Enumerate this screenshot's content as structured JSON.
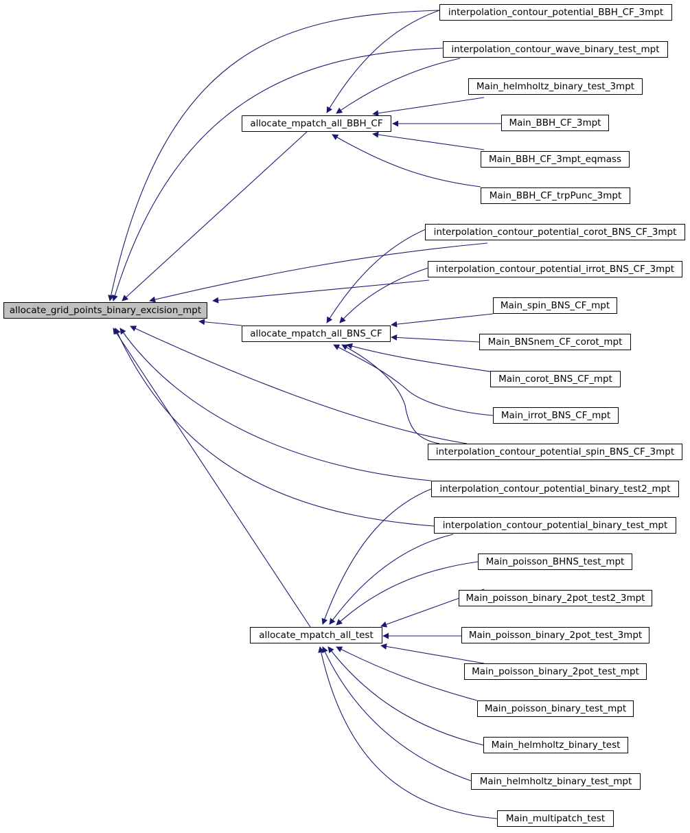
{
  "colors": {
    "edge": "#191970",
    "node_border": "#000000",
    "focus_fill": "#bfbfbf"
  },
  "nodes": {
    "root": "allocate_grid_points_binary_excision_mpt",
    "bbh": "allocate_mpatch_all_BBH_CF",
    "bns": "allocate_mpatch_all_BNS_CF",
    "test": "allocate_mpatch_all_test",
    "ic_pot_bbh": "interpolation_contour_potential_BBH_CF_3mpt",
    "ic_wave": "interpolation_contour_wave_binary_test_mpt",
    "m_helm3": "Main_helmholtz_binary_test_3mpt",
    "m_bbh3": "Main_BBH_CF_3mpt",
    "m_bbh_eq": "Main_BBH_CF_3mpt_eqmass",
    "m_bbh_trp": "Main_BBH_CF_trpPunc_3mpt",
    "ic_corot": "interpolation_contour_potential_corot_BNS_CF_3mpt",
    "ic_irrot": "interpolation_contour_potential_irrot_BNS_CF_3mpt",
    "m_spin": "Main_spin_BNS_CF_mpt",
    "m_bnsnem": "Main_BNSnem_CF_corot_mpt",
    "m_corot": "Main_corot_BNS_CF_mpt",
    "m_irrot": "Main_irrot_BNS_CF_mpt",
    "ic_spin": "interpolation_contour_potential_spin_BNS_CF_3mpt",
    "ic_test2": "interpolation_contour_potential_binary_test2_mpt",
    "ic_test": "interpolation_contour_potential_binary_test_mpt",
    "m_pois_bhns": "Main_poisson_BHNS_test_mpt",
    "m_pois_2pot2_3": "Main_poisson_binary_2pot_test2_3mpt",
    "m_pois_2pot_3": "Main_poisson_binary_2pot_test_3mpt",
    "m_pois_2pot": "Main_poisson_binary_2pot_test_mpt",
    "m_pois": "Main_poisson_binary_test_mpt",
    "m_helm": "Main_helmholtz_binary_test",
    "m_helm_mpt": "Main_helmholtz_binary_test_mpt",
    "m_multi": "Main_multipatch_test"
  }
}
